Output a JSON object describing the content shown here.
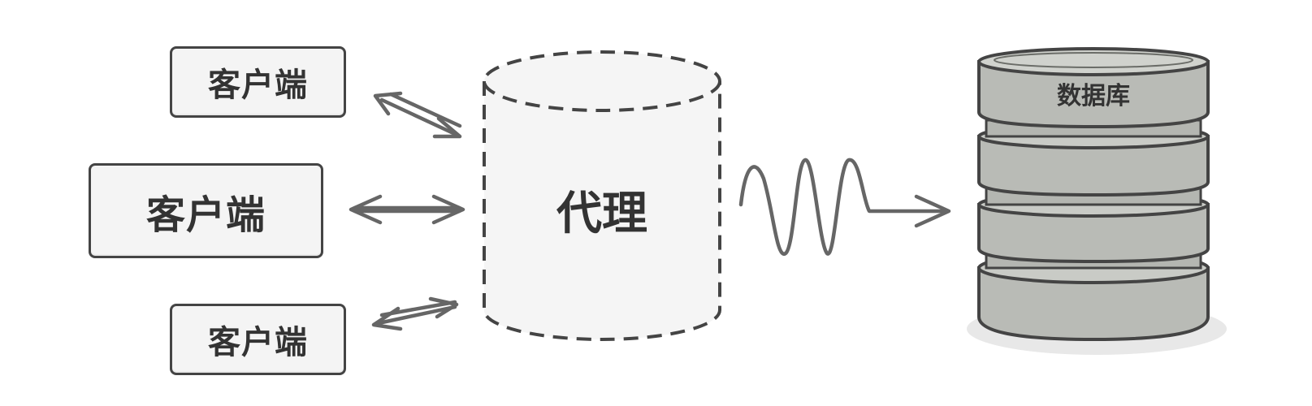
{
  "clients": [
    {
      "label": "客户端"
    },
    {
      "label": "客户端"
    },
    {
      "label": "客户端"
    }
  ],
  "proxy": {
    "label": "代理"
  },
  "database": {
    "label": "数据库"
  },
  "colors": {
    "stroke": "#444444",
    "arrow": "#666666",
    "proxy_fill": "#f5f5f5",
    "db_fill": "#b9bbb6",
    "db_rim": "#d0d2cd",
    "box_fill": "#f4f4f4"
  },
  "icons": {
    "wave": "signal-wave-icon",
    "arrow": "double-arrow-icon"
  }
}
